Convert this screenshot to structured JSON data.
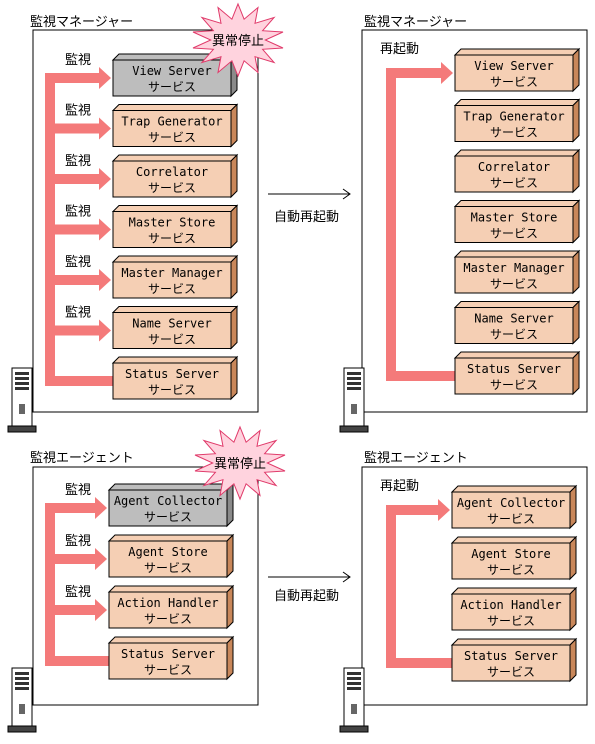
{
  "panels": [
    {
      "title": "監視マネージャー",
      "stop_label": "異常停止",
      "arrow_label": "監視",
      "services": [
        {
          "name": "View Server",
          "sub": "サービス",
          "state": "stopped"
        },
        {
          "name": "Trap Generator",
          "sub": "サービス",
          "state": "normal"
        },
        {
          "name": "Correlator",
          "sub": "サービス",
          "state": "normal"
        },
        {
          "name": "Master Store",
          "sub": "サービス",
          "state": "normal"
        },
        {
          "name": "Master Manager",
          "sub": "サービス",
          "state": "normal"
        },
        {
          "name": "Name Server",
          "sub": "サービス",
          "state": "normal"
        },
        {
          "name": "Status Server",
          "sub": "サービス",
          "state": "normal"
        }
      ]
    },
    {
      "title": "監視マネージャー",
      "restart_label": "再起動",
      "services": [
        {
          "name": "View Server",
          "sub": "サービス",
          "state": "normal"
        },
        {
          "name": "Trap Generator",
          "sub": "サービス",
          "state": "normal"
        },
        {
          "name": "Correlator",
          "sub": "サービス",
          "state": "normal"
        },
        {
          "name": "Master Store",
          "sub": "サービス",
          "state": "normal"
        },
        {
          "name": "Master Manager",
          "sub": "サービス",
          "state": "normal"
        },
        {
          "name": "Name Server",
          "sub": "サービス",
          "state": "normal"
        },
        {
          "name": "Status Server",
          "sub": "サービス",
          "state": "normal"
        }
      ]
    },
    {
      "title": "監視エージェント",
      "stop_label": "異常停止",
      "arrow_label": "監視",
      "services": [
        {
          "name": "Agent Collector",
          "sub": "サービス",
          "state": "stopped"
        },
        {
          "name": "Agent Store",
          "sub": "サービス",
          "state": "normal"
        },
        {
          "name": "Action Handler",
          "sub": "サービス",
          "state": "normal"
        },
        {
          "name": "Status Server",
          "sub": "サービス",
          "state": "normal"
        }
      ]
    },
    {
      "title": "監視エージェント",
      "restart_label": "再起動",
      "services": [
        {
          "name": "Agent Collector",
          "sub": "サービス",
          "state": "normal"
        },
        {
          "name": "Agent Store",
          "sub": "サービス",
          "state": "normal"
        },
        {
          "name": "Action Handler",
          "sub": "サービス",
          "state": "normal"
        },
        {
          "name": "Status Server",
          "sub": "サービス",
          "state": "normal"
        }
      ]
    }
  ],
  "transitions": [
    {
      "label": "自動再起動"
    },
    {
      "label": "自動再起動"
    }
  ],
  "colors": {
    "box_normal": "#f5cfb4",
    "box_normal_side": "#c9875a",
    "box_stopped": "#bdbdbd",
    "box_stopped_side": "#8a8a8a",
    "arrow": "#f47a7a",
    "burst": "#ffd3de",
    "burst_stroke": "#e03a6a"
  }
}
